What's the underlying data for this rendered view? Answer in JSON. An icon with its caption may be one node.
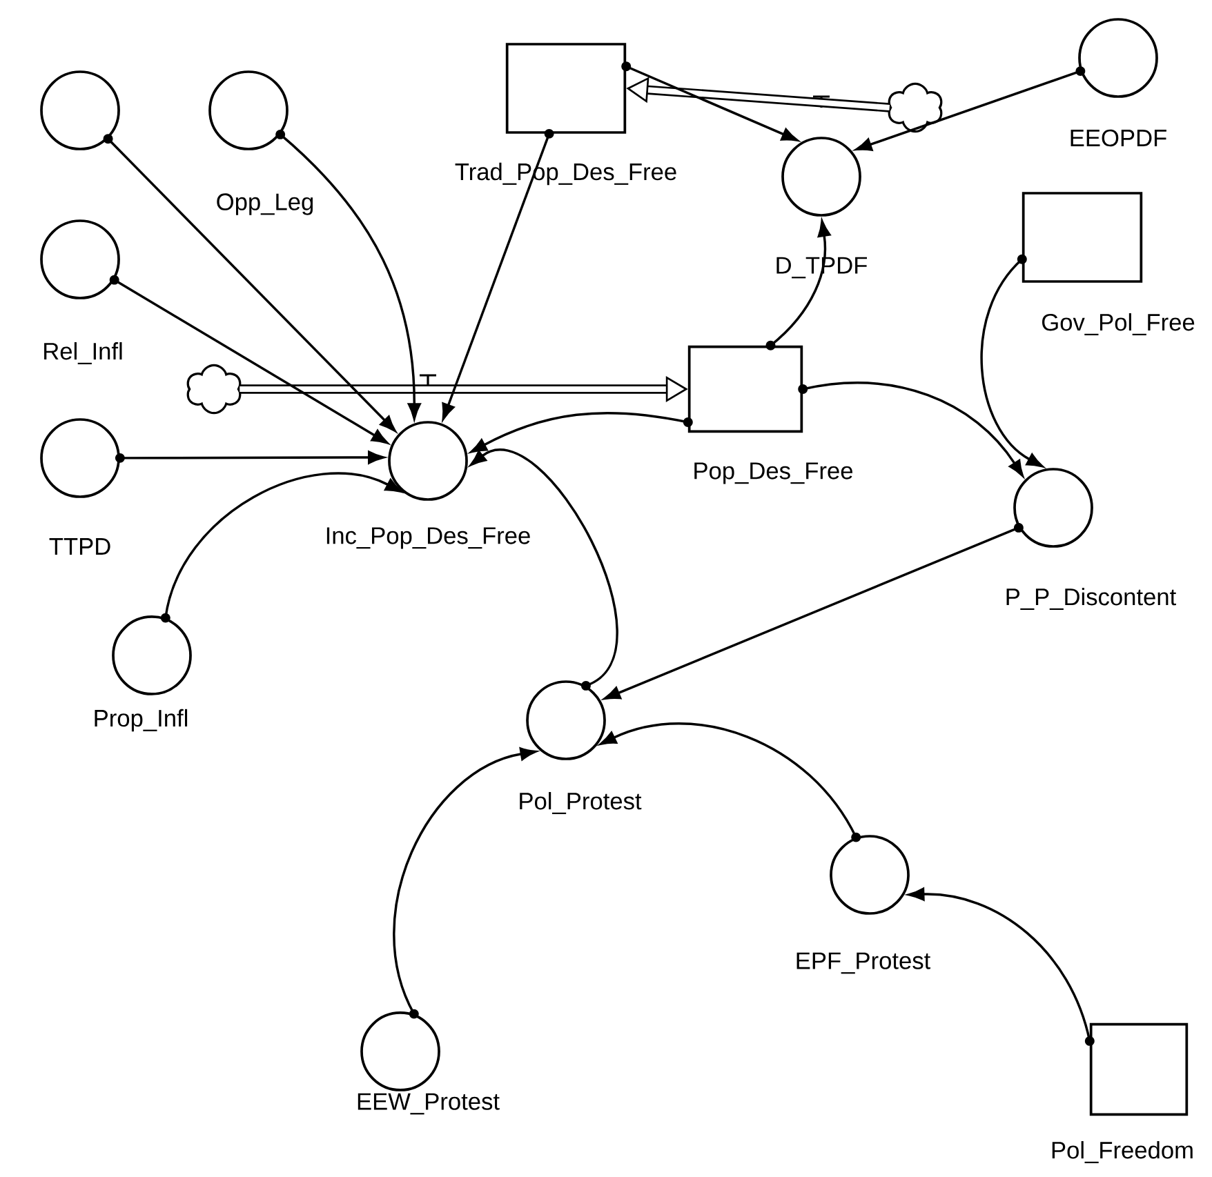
{
  "diagram": {
    "nodes": [
      {
        "text": [],
        "shape": "circle"
      },
      {
        "text": [
          "Opp_Leg"
        ]
      },
      {
        "text": [
          "Trad_Pop_Des_Free"
        ]
      },
      {
        "text": [
          "EEOPDF"
        ]
      },
      {
        "text": [
          "D_TPDF"
        ]
      },
      {
        "text": [
          "Rel_Infl"
        ]
      },
      {
        "text": [
          "Gov_Pol_Free"
        ]
      },
      {
        "text": [],
        "shape": "cloud"
      },
      {
        "text": [
          "Inc_Pop_Des_Free"
        ]
      },
      {
        "text": [
          "Pop_Des_Free"
        ]
      },
      {
        "text": [
          "TTPD"
        ]
      },
      {
        "text": [],
        "shape": "cloud"
      },
      {
        "text": [
          "P_P_Discontent"
        ]
      },
      {
        "text": [
          "Prop_Infl"
        ]
      },
      {
        "text": [
          "Pol_Protest"
        ]
      },
      {
        "text": [
          "EPF_Protest"
        ]
      },
      {
        "text": [
          "EEW_Protest"
        ]
      },
      {
        "text": [
          "Pol_Freedom"
        ]
      }
    ],
    "edges": [
      {
        "from": 7,
        "to": 9,
        "arrow": "to",
        "style": "thick"
      },
      {
        "from": 11,
        "to": 2,
        "arrow": "to",
        "style": "thick"
      },
      {
        "from": 0,
        "to": 8,
        "arrow": "to"
      },
      {
        "from": 1,
        "to": 8,
        "arrow": "to"
      },
      {
        "from": 2,
        "to": 8,
        "arrow": "to"
      },
      {
        "from": 5,
        "to": 8,
        "arrow": "to"
      },
      {
        "from": 10,
        "to": 8,
        "arrow": "to"
      },
      {
        "from": 13,
        "to": 8,
        "arrow": "to"
      },
      {
        "from": 9,
        "to": 8,
        "arrow": "to"
      },
      {
        "from": 14,
        "to": 8,
        "arrow": "to"
      },
      {
        "from": 2,
        "to": 4,
        "arrow": "to"
      },
      {
        "from": 3,
        "to": 4,
        "arrow": "to"
      },
      {
        "from": 9,
        "to": 4,
        "arrow": "to"
      },
      {
        "from": 9,
        "to": 12,
        "arrow": "to"
      },
      {
        "from": 6,
        "to": 12,
        "arrow": "to"
      },
      {
        "from": 12,
        "to": 14,
        "arrow": "to"
      },
      {
        "from": 16,
        "to": 14,
        "arrow": "to"
      },
      {
        "from": 15,
        "to": 14,
        "arrow": "to"
      },
      {
        "from": 17,
        "to": 15,
        "arrow": "to"
      }
    ]
  }
}
